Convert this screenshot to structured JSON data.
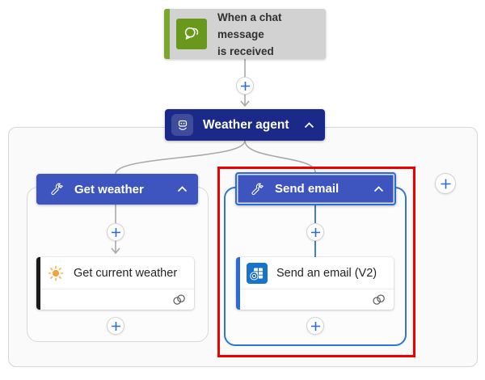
{
  "flow": {
    "trigger": {
      "label_lines": [
        "When a chat message",
        "is received"
      ],
      "icon": "teams-chat",
      "accent_color": "#7da62c",
      "background": "#d2d2d2"
    },
    "agent": {
      "label": "Weather agent",
      "icon": "agent-robot",
      "background": "#1b2a88",
      "collapse_icon": "chevron-up"
    },
    "branches": [
      {
        "header_label": "Get weather",
        "header_icon": "wrench",
        "header_background": "#3e54be",
        "selected": false,
        "action": {
          "title": "Get current weather",
          "icon": "sun",
          "accent_color": "#1a1a1a",
          "connection_icon": "link-rings"
        }
      },
      {
        "header_label": "Send email",
        "header_icon": "wrench",
        "header_background": "#3e54be",
        "selected": true,
        "selection_outline": "#2b6bd8",
        "action": {
          "title": "Send an email (V2)",
          "icon": "outlook",
          "accent_color": "#2b6bd8",
          "connection_icon": "link-rings"
        }
      }
    ],
    "highlight": {
      "color": "#ee0000",
      "target": "Send email branch"
    },
    "connectors": {
      "default_color": "#a8a8a8",
      "selected_branch_color": "#2b6bd8",
      "plus_color": "#2b6bd8"
    },
    "add_button_glyph": "+"
  }
}
